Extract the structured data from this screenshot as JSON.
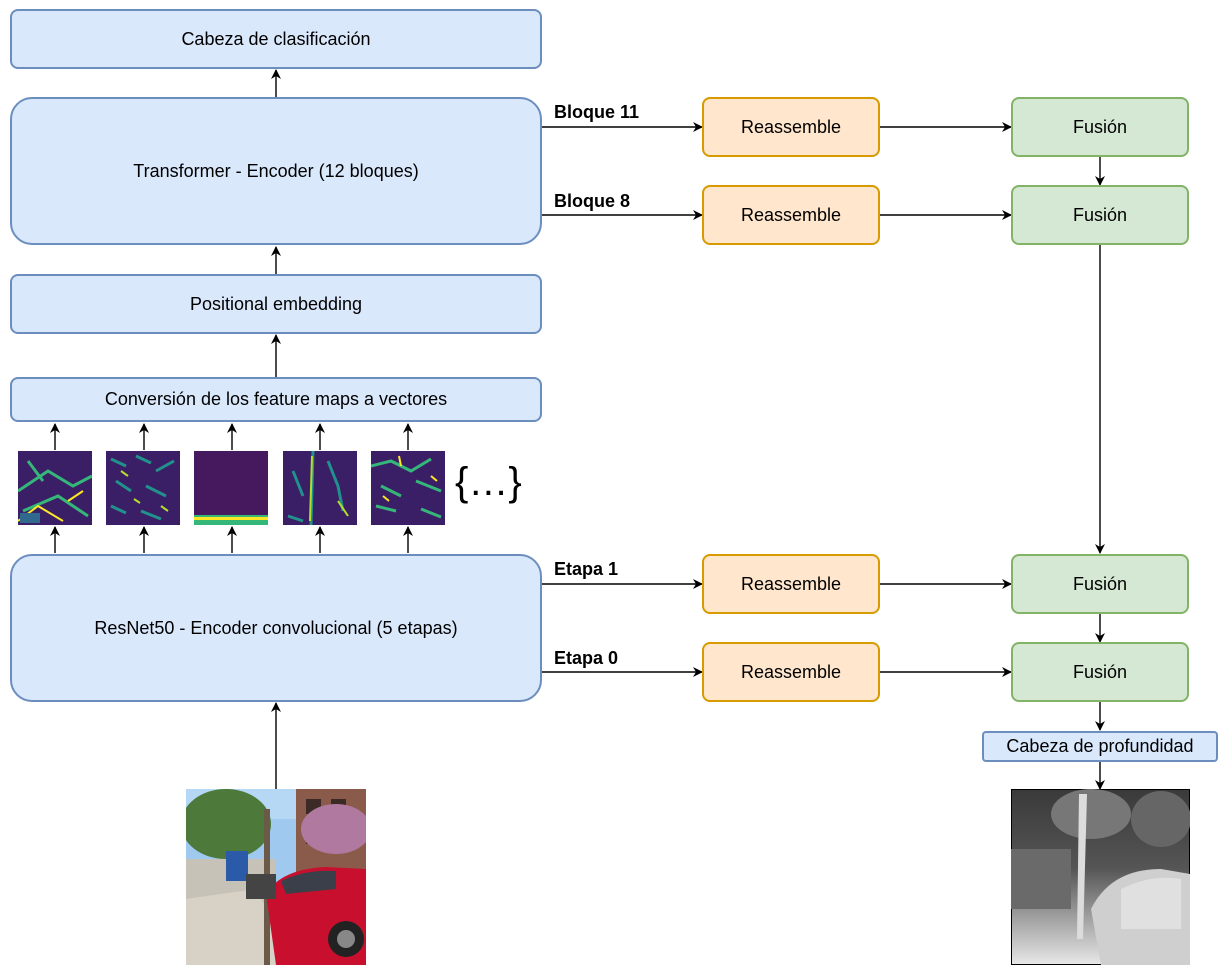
{
  "left_column": {
    "classification_head": "Cabeza de clasificación",
    "transformer": "Transformer - Encoder (12 bloques)",
    "positional": "Positional embedding",
    "conversion": "Conversión de los feature maps a vectores",
    "ellipsis": "{…}",
    "resnet": "ResNet50 - Encoder convolucional (5 etapas)"
  },
  "branches": {
    "b11": "Bloque 11",
    "b8": "Bloque 8",
    "e1": "Etapa 1",
    "e0": "Etapa 0"
  },
  "reassemble_label": "Reassemble",
  "fusion_label": "Fusión",
  "depth_head": "Cabeza de profundidad",
  "colors": {
    "blue_fill": "#dae8fc",
    "blue_stroke": "#6c8ebf",
    "orange_fill": "#ffe6cc",
    "orange_stroke": "#d79b00",
    "green_fill": "#d5e8d4",
    "green_stroke": "#82b366"
  }
}
